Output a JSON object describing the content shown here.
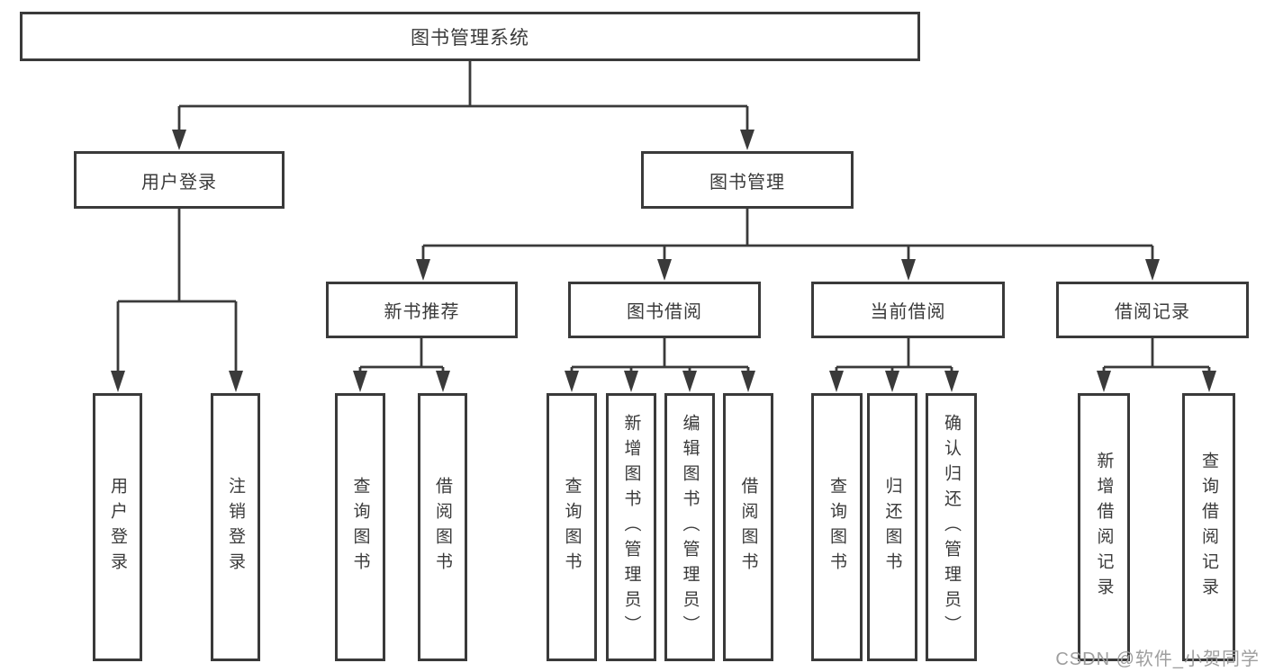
{
  "tree": {
    "root": "图书管理系统",
    "branches": [
      {
        "label": "用户登录",
        "children": [
          "用户登录",
          "注销登录"
        ]
      },
      {
        "label": "图书管理",
        "sections": [
          {
            "label": "新书推荐",
            "children": [
              "查询图书",
              "借阅图书"
            ]
          },
          {
            "label": "图书借阅",
            "children": [
              "查询图书",
              "新增图书（管理员）",
              "编辑图书（管理员）",
              "借阅图书"
            ]
          },
          {
            "label": "当前借阅",
            "children": [
              "查询图书",
              "归还图书",
              "确认归还（管理员）"
            ]
          },
          {
            "label": "借阅记录",
            "children": [
              "新增借阅记录",
              "查询借阅记录"
            ]
          }
        ]
      }
    ]
  },
  "colors": {
    "line": "#3a3a3a",
    "text": "#3a3a3a",
    "watermark_gray": "#9e9e9e",
    "background": "#ffffff"
  },
  "watermark": "CSDN @软件_小贺同学"
}
